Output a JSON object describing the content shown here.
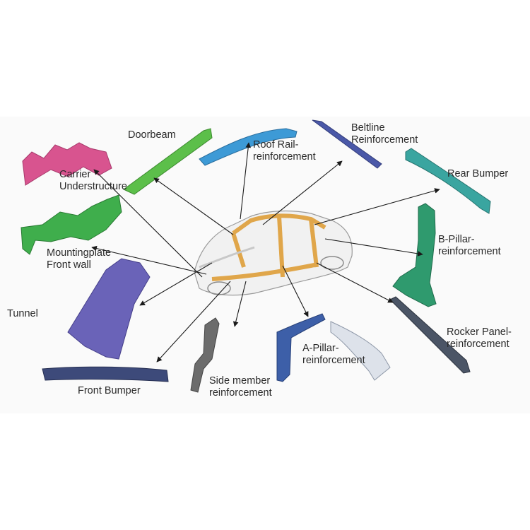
{
  "labels": {
    "doorbeam": [
      "Doorbeam"
    ],
    "roof_rail": [
      "Roof Rail-",
      "reinforcement"
    ],
    "beltline": [
      "Beltline",
      "Reinforcement"
    ],
    "rear_bumper": [
      "Rear Bumper"
    ],
    "carrier": [
      "Carrier",
      "Understructure"
    ],
    "b_pillar": [
      "B-Pillar-",
      "reinforcement"
    ],
    "mountingplate": [
      "Mountingplate",
      "Front wall"
    ],
    "tunnel": [
      "Tunnel"
    ],
    "rocker_panel": [
      "Rocker Panel-",
      "reinforcement"
    ],
    "a_pillar": [
      "A-Pillar-",
      "reinforcement"
    ],
    "side_member": [
      "Side member",
      "reinforcement"
    ],
    "front_bumper": [
      "Front Bumper"
    ]
  },
  "colors": {
    "carrier": "#d8548f",
    "mountingplate": "#3fae4c",
    "doorbeam": "#5cbf4a",
    "roof_rail": "#3d9ad6",
    "beltline": "#4a58a8",
    "rear_bumper": "#3aa5a0",
    "b_pillar": "#2f9a6e",
    "tunnel": "#6a63b8",
    "front_bumper": "#3d4a7a",
    "side_member": "#6c6c6c",
    "a_pillar": "#3d5fa8",
    "rocker_panel": "#4b5566",
    "car_frame": "#e0a64a"
  }
}
